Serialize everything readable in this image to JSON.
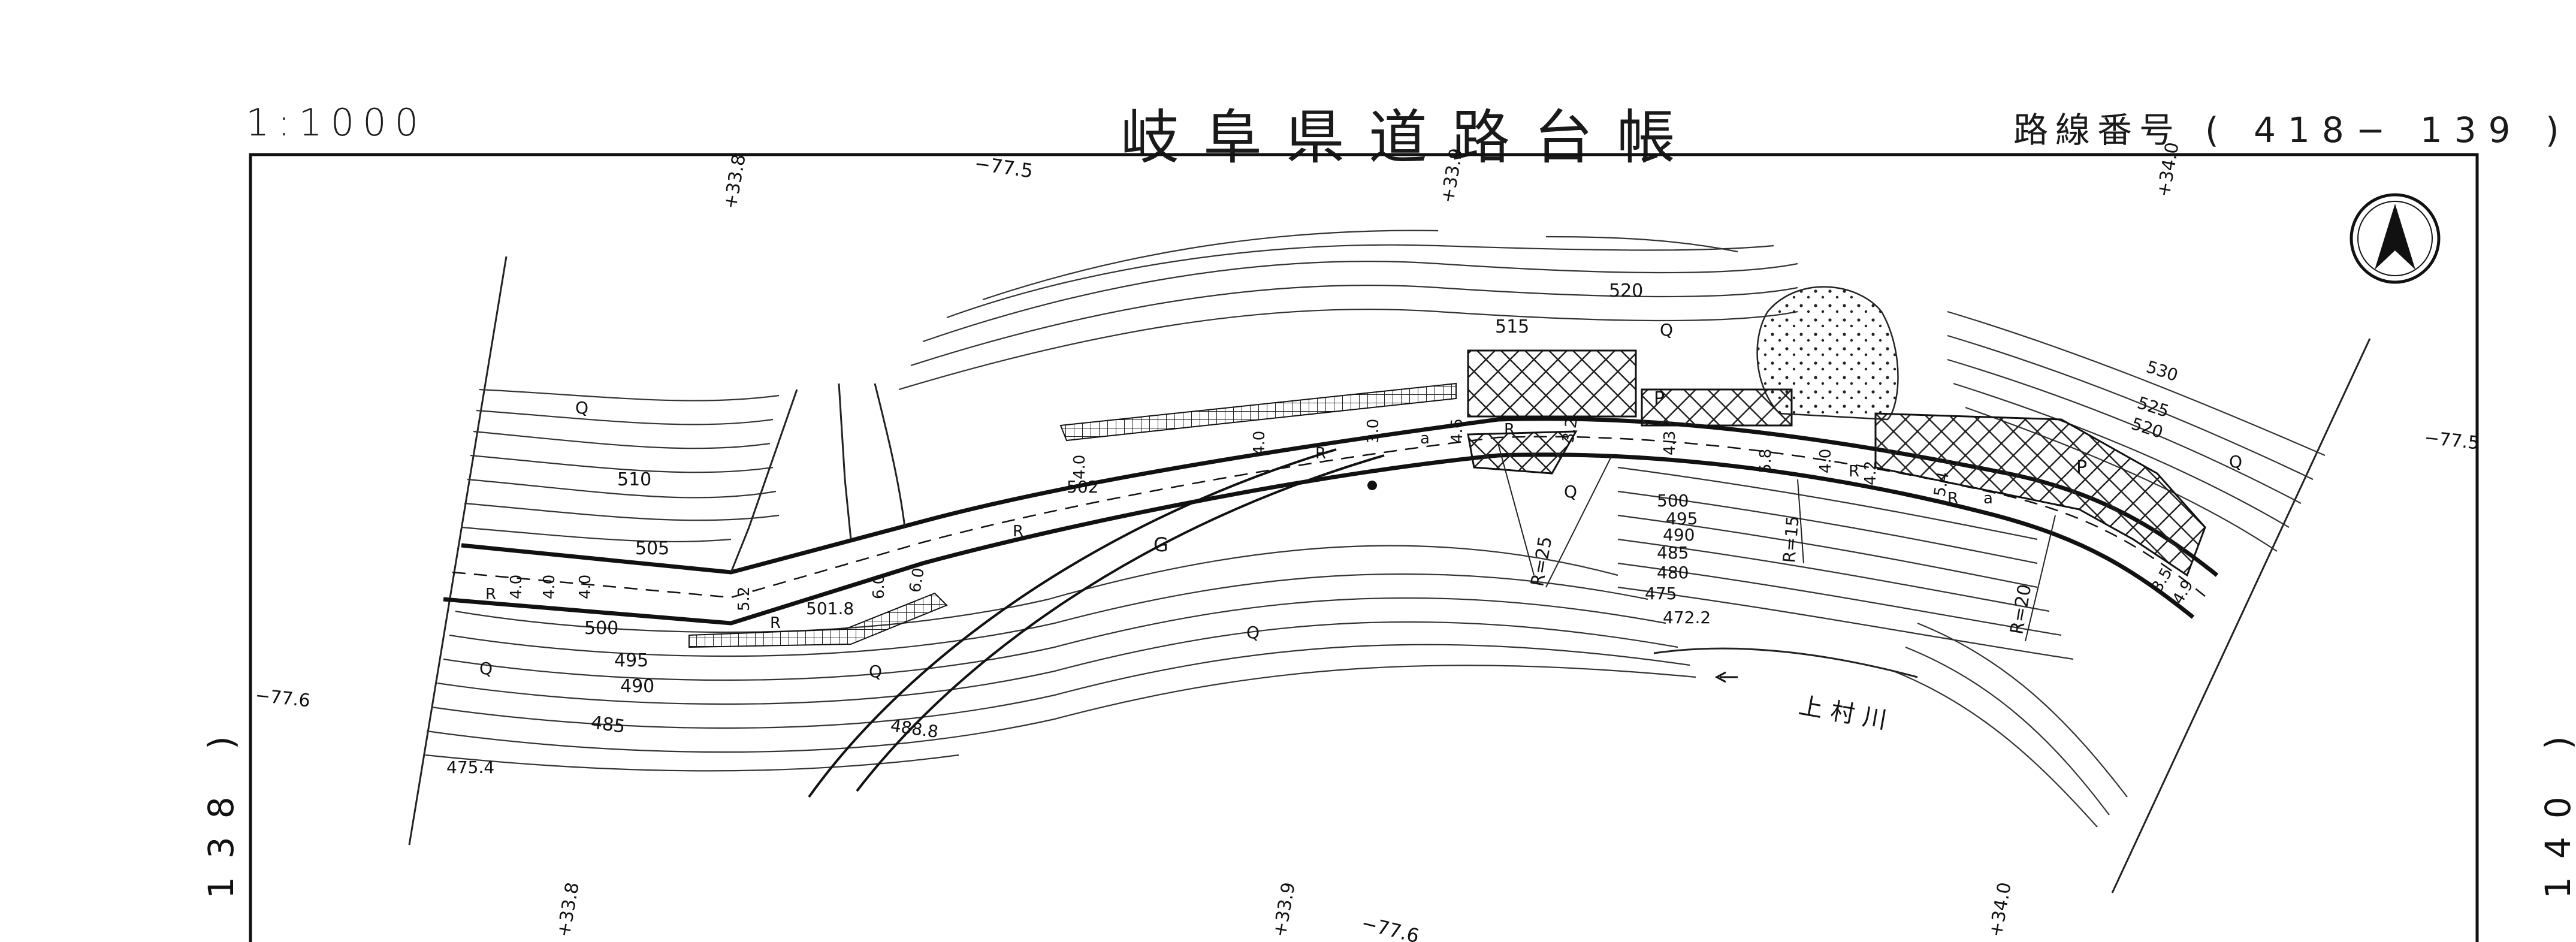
{
  "header": {
    "scale": "1:1000",
    "title": "岐阜県道路台帳",
    "route_label": "路線番号",
    "route_number": "(  418−  139  )"
  },
  "sheet_edges": {
    "left": "138 )",
    "right": "140 )"
  },
  "grid_labels": {
    "top_33_8": "+33.8",
    "top_33_9": "+33.9",
    "top_34_0": "+34.0",
    "bottom_33_8": "+33.8",
    "bottom_33_9": "+33.9",
    "bottom_34_0": "+34.0",
    "top_77_5": "−77.5",
    "right_77_5": "−77.5",
    "left_77_6": "−77.6",
    "bottom_77_6": "−77.6"
  },
  "contours": {
    "c475_4": "475.4",
    "c485": "485",
    "c490": "490",
    "c495": "495",
    "c500": "500",
    "c505": "505",
    "c510": "510",
    "c515": "515",
    "c520": "520",
    "c520b": "520",
    "c525": "525",
    "c530": "530",
    "c472_2": "472.2",
    "c475": "475",
    "c480": "480",
    "c485b": "485",
    "c490b": "490",
    "c495b": "495",
    "c500b": "500",
    "c501_8": "501.8",
    "c502": "502",
    "c488_8": "488.8"
  },
  "road_widths": {
    "w1": "4.0",
    "w2": "4.0",
    "w3": "4.0",
    "w4": "5.2",
    "w5": "6.0",
    "w6": "6.0",
    "w7": "4.0",
    "w8": "4.0",
    "w9": "3.0",
    "w10": "4.6",
    "w11": "4.3",
    "w12": "3.2",
    "w13": "5.8",
    "w14": "4.0",
    "w15": "4.2",
    "w16": "5.4",
    "w17": "3.5",
    "w18": "4.9"
  },
  "curves": {
    "r25": "R=25",
    "r15": "R=15",
    "r20": "R=20"
  },
  "symbols": {
    "q": "Q",
    "r": "R",
    "g": "G",
    "p": "P",
    "a": "a"
  },
  "river_name": "上村川",
  "north_arrow": "N"
}
